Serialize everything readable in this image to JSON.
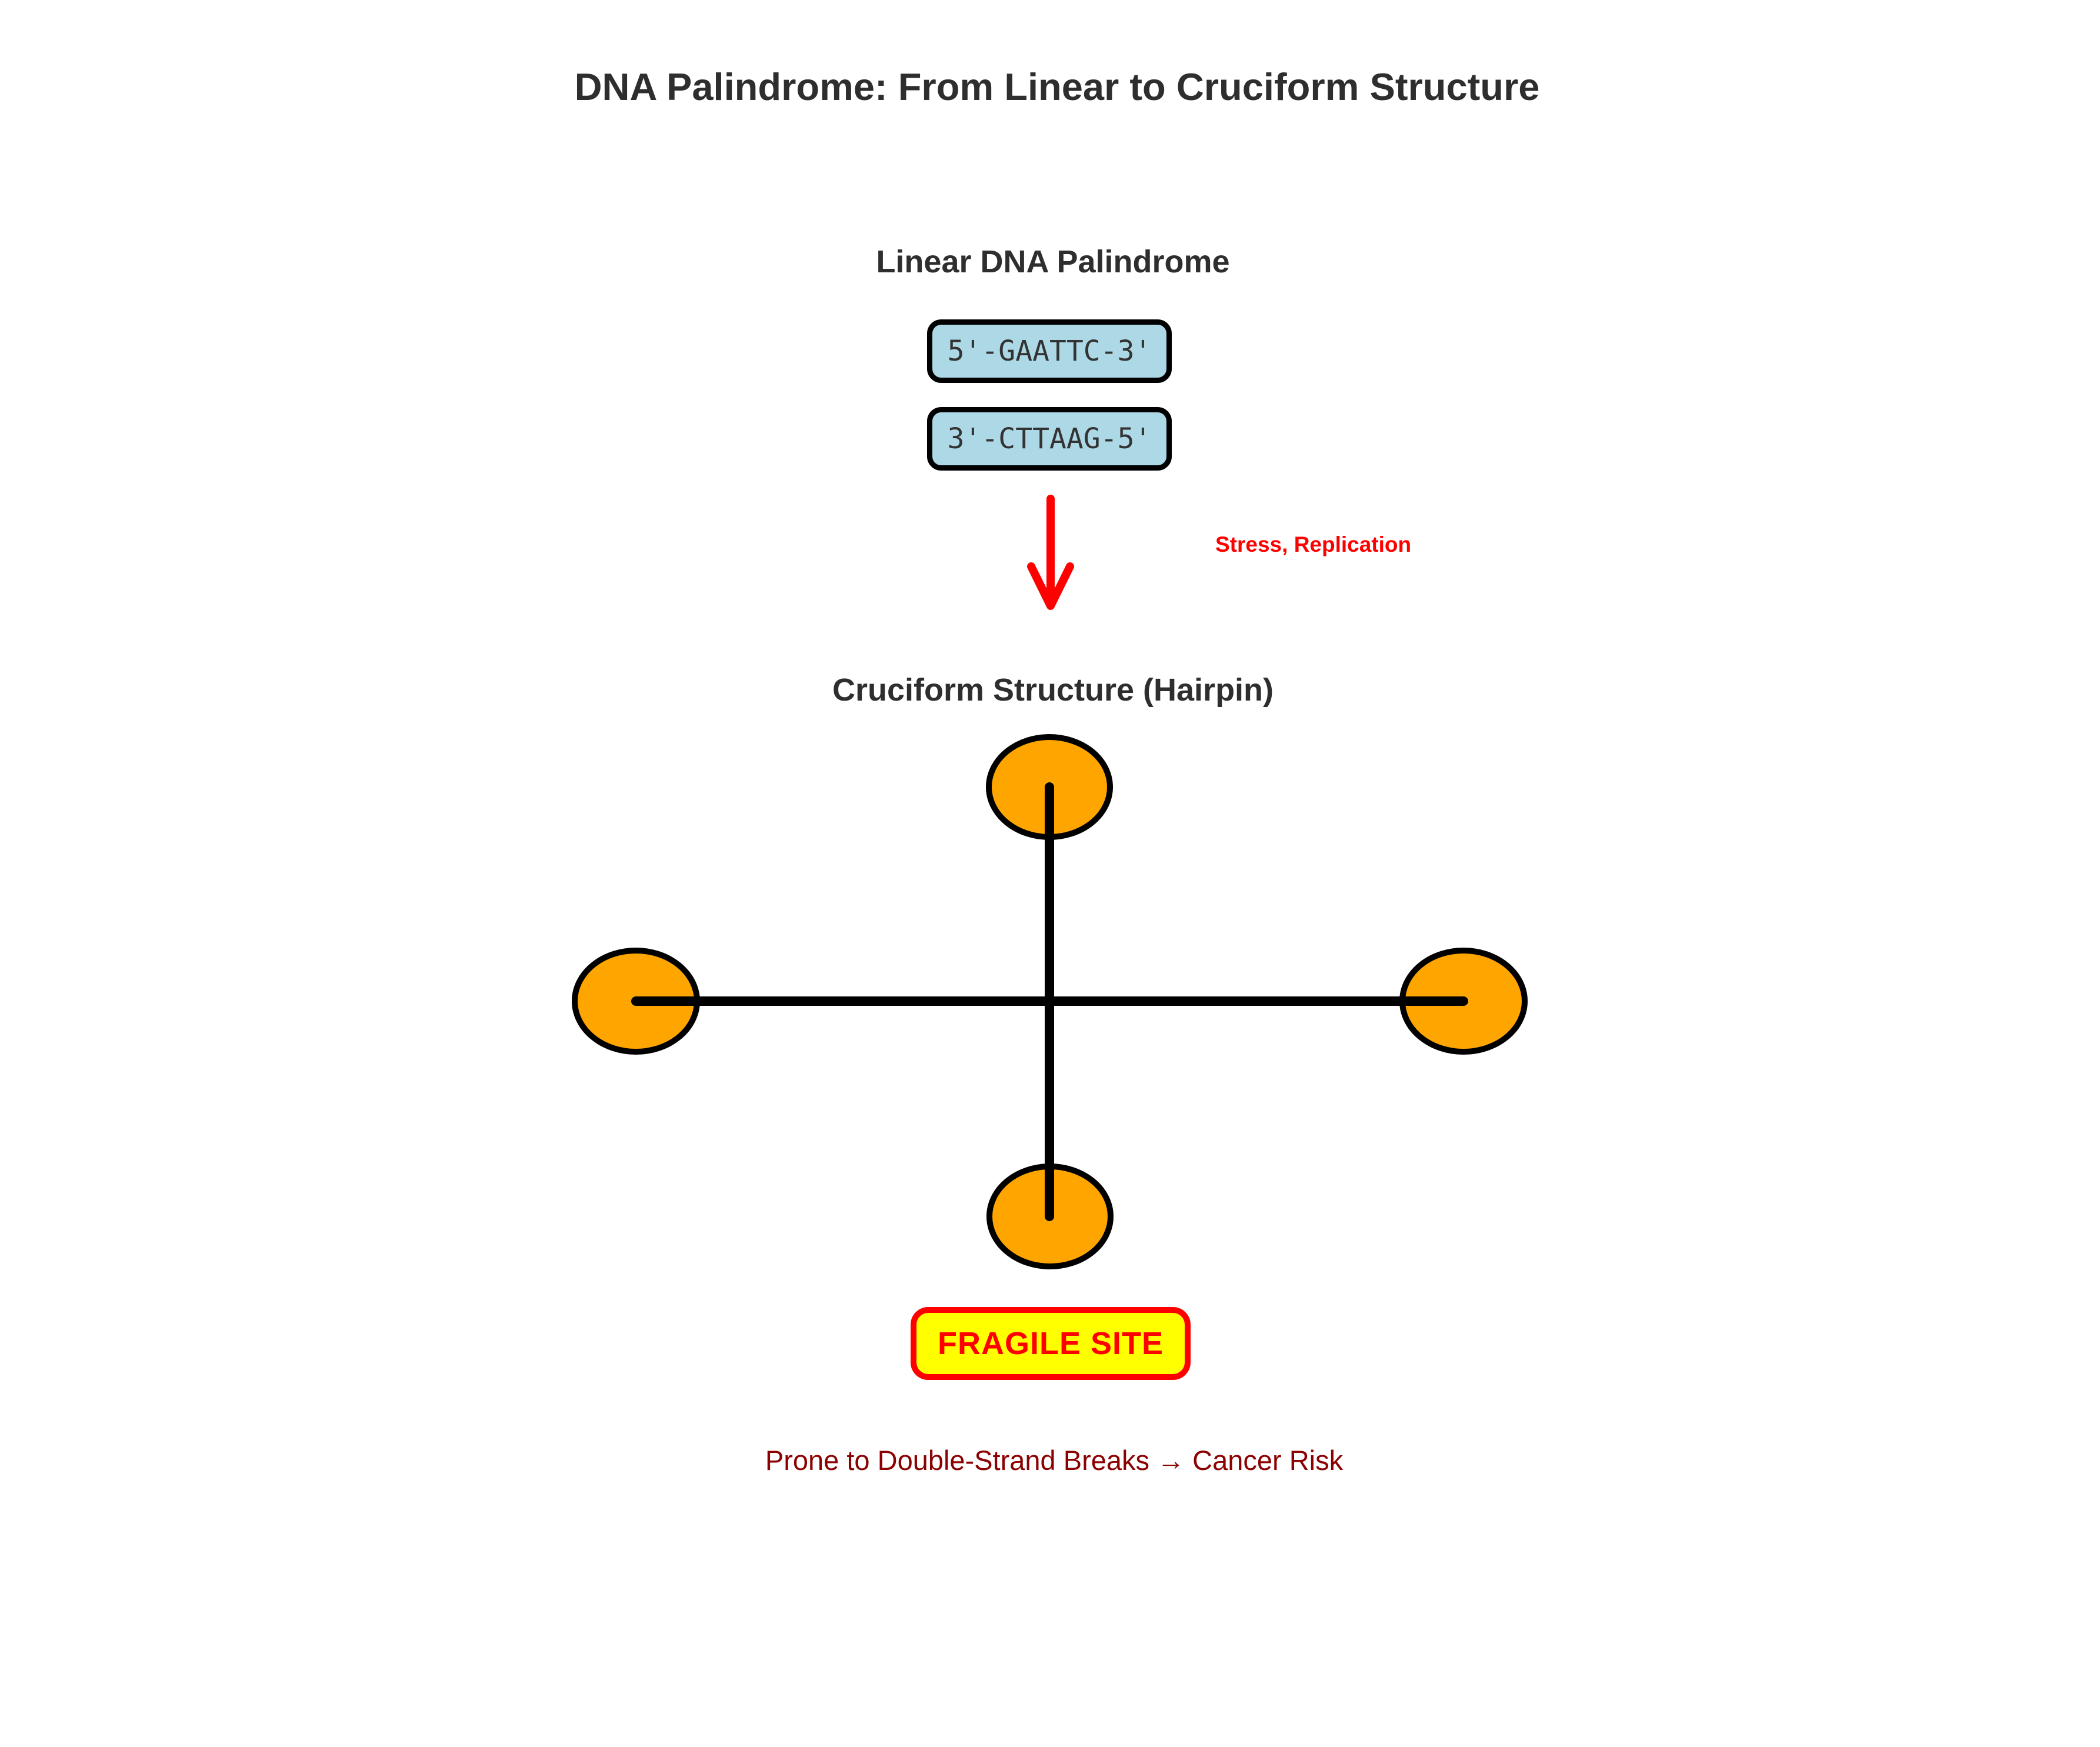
{
  "title": "DNA Palindrome: From Linear to Cruciform Structure",
  "sections": {
    "linear": {
      "label": "Linear DNA Palindrome",
      "top_strand": "5'-GAATTC-3'",
      "bottom_strand": "3'-CTTAAG-5'"
    },
    "cruciform": {
      "label": "Cruciform Structure (Hairpin)"
    }
  },
  "transition": {
    "arrow_icon": "red-down-arrow-icon",
    "label": "Stress, Replication"
  },
  "fragile_badge": {
    "label": "FRAGILE SITE"
  },
  "footer": {
    "text": "Prone to Double-Strand Breaks → Cancer Risk"
  },
  "colors": {
    "heading_text": "#2E2E2E",
    "strand_box_fill": "#ADD8E6",
    "loop_fill": "#FFA500",
    "arrow_red": "#FF0000",
    "badge_fill": "#FFFF00",
    "badge_border": "#FF0000",
    "footer_text": "#8B0000",
    "line_black": "#000000"
  }
}
